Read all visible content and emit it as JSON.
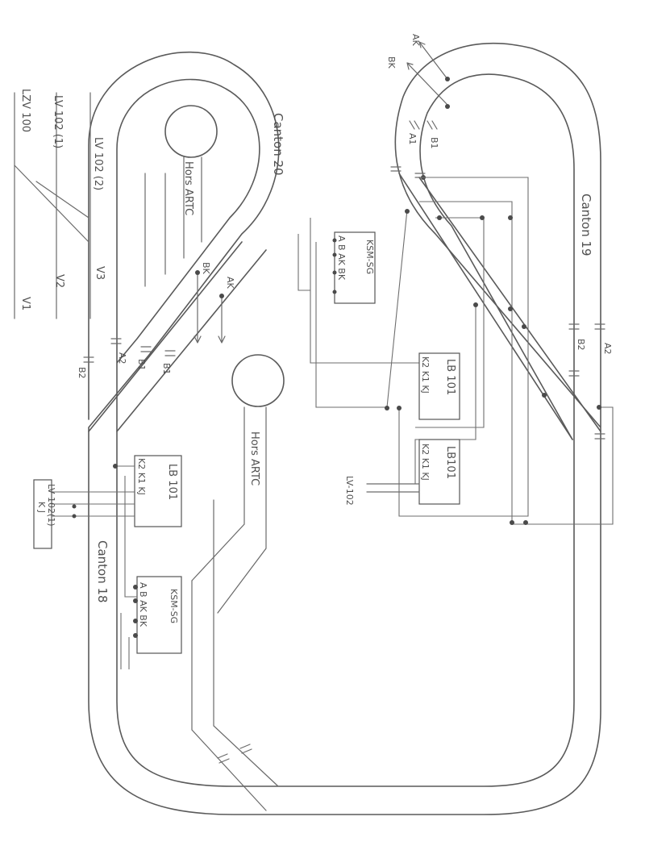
{
  "blocks": {
    "canton_20": "Canton 20",
    "canton_19": "Canton 19",
    "canton_18": "Canton 18",
    "hors_artc_top": "Hors ARTC",
    "hors_artc_bottom": "Hors ARTC"
  },
  "legend_lines": {
    "lv_102_1": "LV 102 (1)",
    "lv_102_2": "LV 102 (2)",
    "lv_100": "LZV 100",
    "v1": "V1",
    "v2": "V2",
    "v3": "V3"
  },
  "modules": {
    "ksm_top": {
      "title": "KSM-SG",
      "pins": "A B AK BK"
    },
    "lb101_upper": {
      "title": "LB 101",
      "pins": "K2 K1 KJ"
    },
    "lb101_lower": {
      "title": "LB101",
      "pins": "K2 K1 KJ"
    },
    "lb101_left": {
      "title": "LB 101",
      "pins": "K2 K1 KJ"
    },
    "ksm_bottom": {
      "title": "KSM-SG",
      "pins": "A B AK BK"
    },
    "lv102_box": {
      "pins": "K J",
      "title": "LV 102(1)"
    }
  },
  "track_labels": {
    "a1_top": "A1",
    "b1_top": "B1",
    "ak_top": "AK",
    "bk_top": "BK",
    "a2_right": "A2",
    "b2_right": "B2",
    "bk_mid": "BK",
    "ak_mid": "AK",
    "a2_left": "A2",
    "b1_left": "B1",
    "b2_left": "B2",
    "b1_left2": "B1",
    "lv102_arrow": "LV-102"
  }
}
